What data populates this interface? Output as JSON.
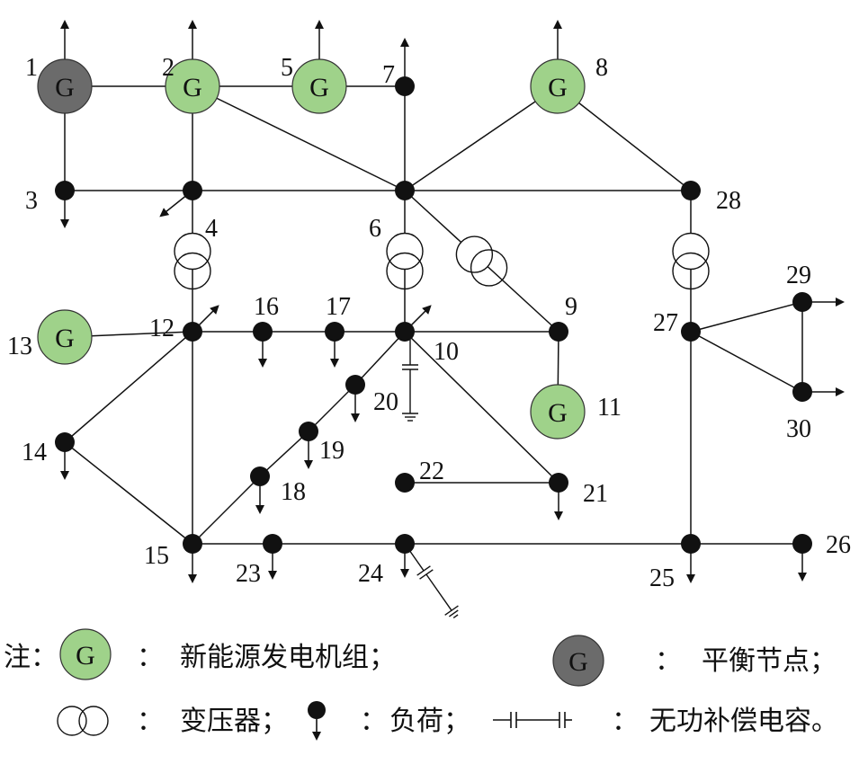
{
  "generator_letter": "G",
  "colors": {
    "generator": "#9fd28a",
    "slack": "#6b6b6b",
    "bus": "#111111",
    "line": "#111111"
  },
  "buses": {
    "1": "1",
    "2": "2",
    "3": "3",
    "4": "4",
    "5": "5",
    "6": "6",
    "7": "7",
    "8": "8",
    "9": "9",
    "10": "10",
    "11": "11",
    "12": "12",
    "13": "13",
    "14": "14",
    "15": "15",
    "16": "16",
    "17": "17",
    "18": "18",
    "19": "19",
    "20": "20",
    "21": "21",
    "22": "22",
    "23": "23",
    "24": "24",
    "25": "25",
    "26": "26",
    "27": "27",
    "28": "28",
    "29": "29",
    "30": "30"
  },
  "branches": [
    [
      "1",
      "2"
    ],
    [
      "1",
      "3"
    ],
    [
      "2",
      "4"
    ],
    [
      "2",
      "5"
    ],
    [
      "2",
      "6"
    ],
    [
      "3",
      "4"
    ],
    [
      "4",
      "6"
    ],
    [
      "5",
      "7"
    ],
    [
      "6",
      "7"
    ],
    [
      "6",
      "8"
    ],
    [
      "6",
      "28"
    ],
    [
      "8",
      "28"
    ],
    [
      "12",
      "13"
    ],
    [
      "12",
      "14"
    ],
    [
      "12",
      "15"
    ],
    [
      "12",
      "16"
    ],
    [
      "16",
      "17"
    ],
    [
      "17",
      "10"
    ],
    [
      "10",
      "9"
    ],
    [
      "9",
      "11"
    ],
    [
      "10",
      "20"
    ],
    [
      "20",
      "19"
    ],
    [
      "19",
      "18"
    ],
    [
      "18",
      "15"
    ],
    [
      "14",
      "15"
    ],
    [
      "15",
      "23"
    ],
    [
      "23",
      "24"
    ],
    [
      "24",
      "25"
    ],
    [
      "25",
      "26"
    ],
    [
      "25",
      "27"
    ],
    [
      "27",
      "29"
    ],
    [
      "27",
      "30"
    ],
    [
      "29",
      "30"
    ],
    [
      "10",
      "21"
    ],
    [
      "22",
      "21"
    ]
  ],
  "transformers": [
    [
      "4",
      "12"
    ],
    [
      "6",
      "10"
    ],
    [
      "6",
      "9"
    ],
    [
      "28",
      "27"
    ]
  ],
  "legend": {
    "note": "注：",
    "colon": "：",
    "generator": "新能源发电机组；",
    "slack": "平衡节点；",
    "transformer": "变压器；",
    "load": "负荷；",
    "capacitor": "无功补偿电容。"
  }
}
